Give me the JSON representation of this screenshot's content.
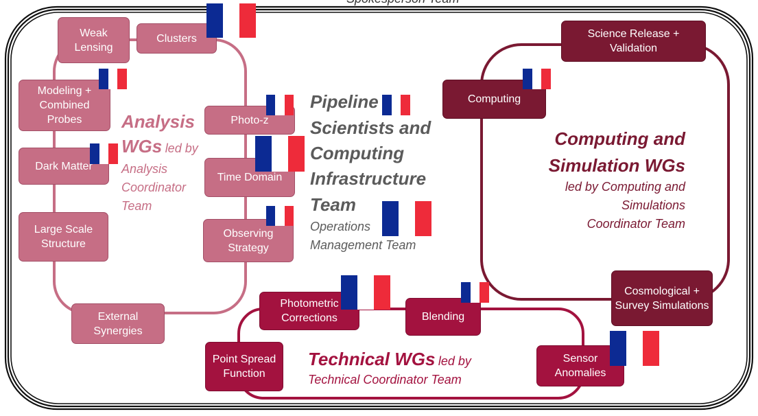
{
  "top_caption": "Spokesperson Team",
  "analysis": {
    "title": "Analysis",
    "title2": "WGs",
    "suffix": "led by",
    "sub1": "Analysis",
    "sub2": "Coordinator",
    "sub3": "Team",
    "boxes": {
      "weak_lensing": "Weak Lensing",
      "clusters": "Clusters",
      "modeling": "Modeling + Combined Probes",
      "dark_matter": "Dark Matter",
      "lss": "Large Scale Structure",
      "external": "External Synergies",
      "photoz": "Photo-z",
      "time_domain": "Time Domain",
      "observing": "Observing Strategy"
    }
  },
  "pipeline": {
    "line1": "Pipeline",
    "line2": "Scientists and",
    "line3": "Computing",
    "line4": "Infrastructure",
    "line5": "Team",
    "ops1": "Operations",
    "ops2": "Management Team"
  },
  "computing": {
    "title1": "Computing and",
    "title2": "Simulation WGs",
    "sub1": "led by Computing and",
    "sub2": "Simulations",
    "sub3": "Coordinator Team",
    "boxes": {
      "science_release": "Science Release + Validation",
      "computing": "Computing",
      "cosmological": "Cosmological + Survey Simulations"
    }
  },
  "technical": {
    "title": "Technical WGs",
    "suffix": "led by",
    "sub": "Technical Coordinator Team",
    "boxes": {
      "photometric": "Photometric Corrections",
      "blending": "Blending",
      "psf": "Point Spread Function",
      "sensor": "Sensor Anomalies"
    }
  },
  "colors": {
    "analysis": "#c66e85",
    "technical": "#a3123f",
    "computing": "#7a1932",
    "pipeline_text": "#5b5b5b",
    "flag_blue": "#0c2a93",
    "flag_red": "#ee2b3a"
  }
}
